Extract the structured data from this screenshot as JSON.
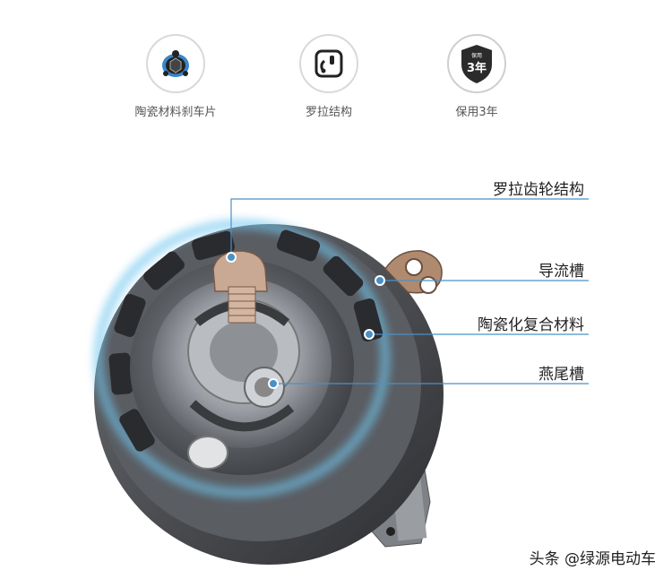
{
  "features": [
    {
      "icon": "turtle-shield-icon",
      "label": "陶瓷材料刹车片"
    },
    {
      "icon": "roller-structure-icon",
      "label": "罗拉结构"
    },
    {
      "icon": "warranty-shield-icon",
      "label": "保用3年",
      "badge_top": "保用",
      "badge_main": "3年"
    }
  ],
  "callouts": [
    {
      "label": "罗拉齿轮结构"
    },
    {
      "label": "导流槽"
    },
    {
      "label": "陶瓷化复合材料"
    },
    {
      "label": "燕尾槽"
    }
  ],
  "watermark": "头条 @绿源电动车",
  "colors": {
    "accent": "#3a86c8",
    "glow": "#6fc6ef",
    "line": "#4a90c8"
  }
}
